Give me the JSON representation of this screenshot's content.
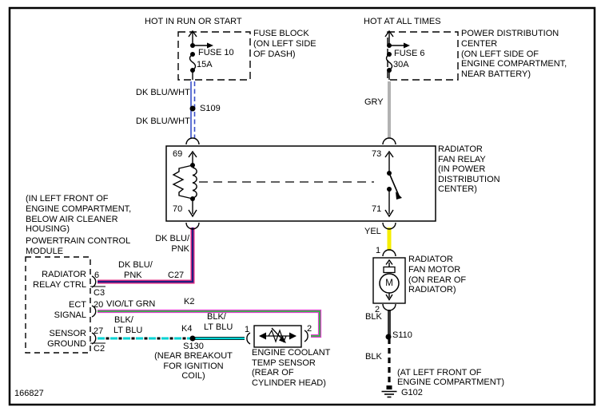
{
  "doc_number": "166827",
  "colors": {
    "blue": "#3a50c8",
    "gray": "#b2b2b2",
    "pink": "#e02882",
    "navy": "#202080",
    "yellow": "#f6ee00",
    "violet": "#e040d0",
    "green": "#30b440",
    "cyan": "#00d2d2",
    "blk_wire": "#383838"
  },
  "left_branch": {
    "header": "HOT IN RUN OR START",
    "fuse_name": "FUSE 10",
    "fuse_rating": "15A",
    "box_note": [
      "FUSE BLOCK",
      "(ON LEFT SIDE",
      "OF DASH)"
    ],
    "wire_top": "DK BLU/WHT",
    "splice": "S109",
    "wire_bottom": "DK BLU/WHT"
  },
  "right_branch": {
    "header": "HOT AT ALL TIMES",
    "fuse_name": "FUSE 6",
    "fuse_rating": "30A",
    "box_note": [
      "POWER DISTRIBUTION",
      "CENTER",
      "(ON LEFT SIDE OF",
      "ENGINE COMPARTMENT,",
      "NEAR BATTERY)"
    ],
    "wire": "GRY"
  },
  "relay": {
    "pin_69": "69",
    "pin_70": "70",
    "pin_73": "73",
    "pin_71": "71",
    "note": [
      "RADIATOR",
      "FAN RELAY",
      "(IN POWER",
      "DISTRIBUTION",
      "CENTER)"
    ]
  },
  "pcm": {
    "location_note": [
      "(IN LEFT FRONT OF",
      "ENGINE COMPARTMENT,",
      "BELOW AIR CLEANER",
      "HOUSING)"
    ],
    "name": [
      "POWERTRAIN CONTROL",
      "MODULE"
    ],
    "pin_labels": {
      "relay_ctrl": [
        "RADIATOR",
        "RELAY CTRL"
      ],
      "ect_signal": [
        "ECT",
        "SIGNAL"
      ],
      "sensor_ground": [
        "SENSOR",
        "GROUND"
      ]
    },
    "pin_6": "6",
    "conn_c3": "C3",
    "pin_20": "20",
    "pin_27": "27",
    "conn_c2": "C2"
  },
  "wire_labels": {
    "dk_blu_pnk": [
      "DK BLU/",
      "PNK"
    ],
    "circuit_c27": "C27",
    "vio_lt_grn": "VIO/LT GRN",
    "circuit_k2": "K2",
    "blk_lt_blu": [
      "BLK/",
      "LT BLU"
    ],
    "circuit_k4": "K4",
    "yel": "YEL",
    "blk": "BLK"
  },
  "s130": {
    "name": "S130",
    "note": [
      "(NEAR BREAKOUT",
      "FOR IGNITION",
      "COIL)"
    ]
  },
  "sensor": {
    "pin_1": "1",
    "pin_2": "2",
    "note": [
      "ENGINE COOLANT",
      "TEMP SENSOR",
      "(REAR OF",
      "CYLINDER HEAD)"
    ]
  },
  "motor": {
    "pin_1": "1",
    "pin_2": "2",
    "symbol": "M",
    "note": [
      "RADIATOR",
      "FAN MOTOR",
      "(ON REAR OF",
      "RADIATOR)"
    ]
  },
  "s110": {
    "name": "S110"
  },
  "ground": {
    "name": "G102",
    "note": [
      "(AT LEFT FRONT OF",
      "ENGINE COMPARTMENT)"
    ]
  }
}
